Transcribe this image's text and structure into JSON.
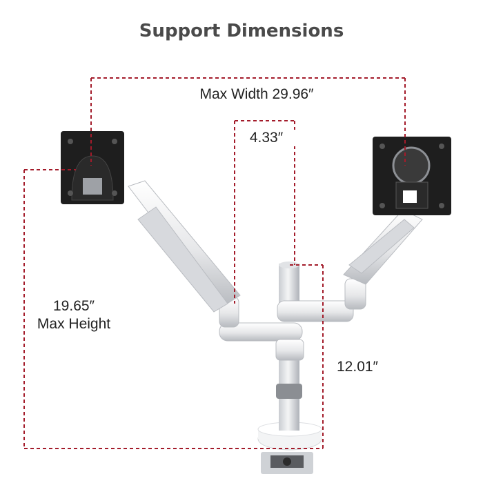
{
  "title": "Support Dimensions",
  "colors": {
    "dimension_line": "#a31b2a",
    "arm_metal": "#e9eaec",
    "arm_shadow": "#b9bcc1",
    "plate": "#1e1e1e",
    "text": "#222222"
  },
  "dimensions": {
    "max_width": "Max Width 29.96″",
    "plate_gap": "4.33″",
    "max_height_value": "19.65″",
    "max_height_label": "Max Height",
    "pole_height": "12.01″"
  }
}
